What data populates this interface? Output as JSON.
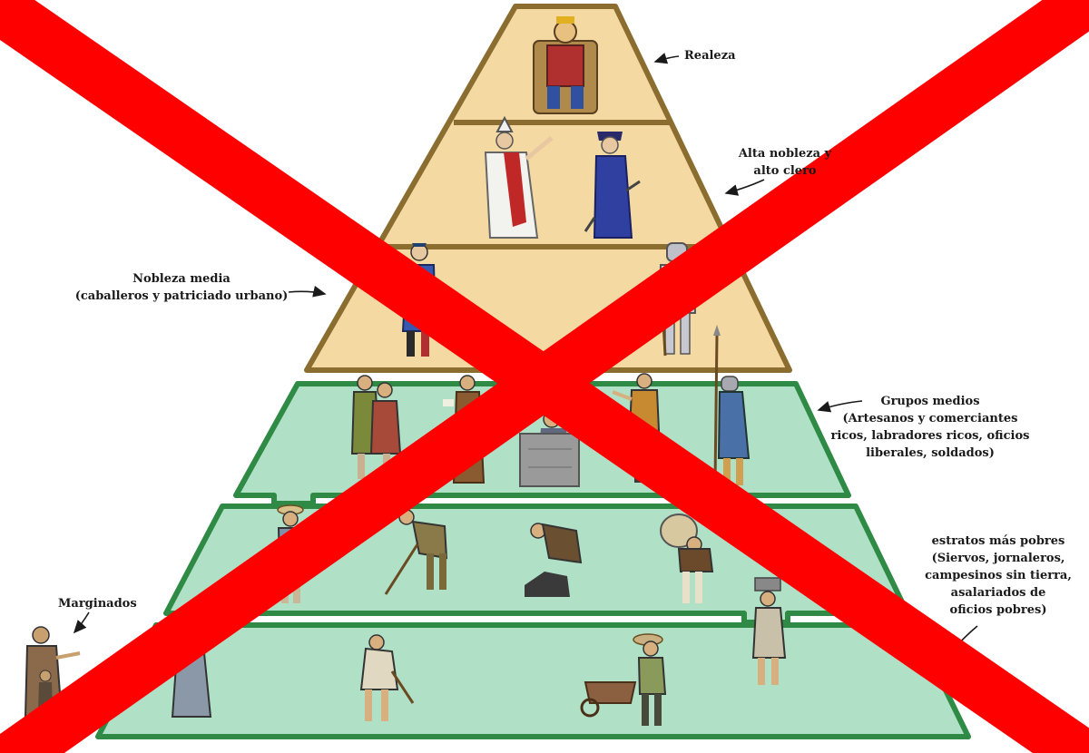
{
  "labels": {
    "realeza": [
      "Realeza"
    ],
    "alta_nobleza": [
      "Alta nobleza y",
      "alto clero"
    ],
    "nobleza_media": [
      "Nobleza media",
      "(caballeros y patriciado urbano)"
    ],
    "grupos_medios": [
      "Grupos medios",
      "(Artesanos y comerciantes",
      "ricos, labradores ricos, oficios",
      "liberales, soldados)"
    ],
    "estratos_pobres": [
      "estratos más pobres",
      "(Siervos, jornaleros,",
      "campesinos sin tierra,",
      "asalariados de",
      "oficios pobres)"
    ],
    "marginados": [
      "Marginados"
    ]
  },
  "icons": {
    "realeza_figure": "king-on-throne-icon",
    "alta_nobleza_figures": [
      "bishop-icon",
      "nobleman-icon"
    ],
    "nobleza_media_figures": [
      "knight-icon",
      "armored-soldier-icon"
    ],
    "grupos_medios_figures": [
      "merchant-icon",
      "monk-icon",
      "stonemason-icon",
      "craftsman-icon",
      "soldier-with-spear-icon"
    ],
    "pobres_figures": [
      "peasant-icon",
      "digger-icon",
      "blacksmith-icon",
      "porter-icon",
      "worker-icon",
      "wheelbarrow-worker-icon"
    ],
    "marginados_figures": [
      "beggar-family-icon"
    ],
    "overlay": "red-cross-icon"
  },
  "colors": {
    "upper_fill": "#f4d9a3",
    "upper_stroke": "#8a6d2f",
    "lower_fill": "#b0e0c6",
    "lower_stroke": "#2e8a44",
    "cross": "#ff0000"
  }
}
